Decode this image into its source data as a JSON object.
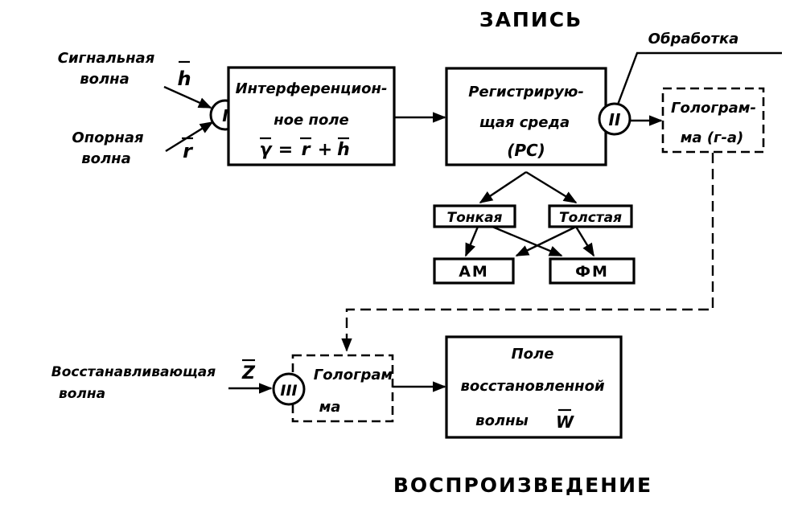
{
  "headings": {
    "record": "ЗАПИСЬ",
    "playback": "ВОСПРОИЗВЕДЕНИЕ"
  },
  "inputs": {
    "signal_wave": [
      "Сигнальная",
      "волна"
    ],
    "signal_symbol": "h",
    "reference_wave": [
      "Опорная",
      "волна"
    ],
    "reference_symbol": "r",
    "restoring_wave": [
      "Восстанавливающая",
      "волна"
    ],
    "restoring_symbol": "Z"
  },
  "nodes": {
    "node1": "I",
    "node2": "II",
    "node3": "III"
  },
  "boxes": {
    "interference": [
      "Интерференцион-",
      "ное поле"
    ],
    "interference_formula": [
      "γ",
      "=",
      "r",
      "+",
      "h"
    ],
    "medium": [
      "Регистрирую-",
      "щая среда",
      "(РС)"
    ],
    "processing": "Обработка",
    "hologram_top": [
      "Голограм-",
      "ма (г-а)"
    ],
    "thin": "Тонкая",
    "thick": "Толстая",
    "am": "АМ",
    "fm": "ФМ",
    "hologram_bottom": [
      "Голограм",
      "ма"
    ],
    "restored_field": [
      "Поле",
      "восстановленной",
      "волны"
    ],
    "restored_symbol": "W"
  },
  "colors": {
    "ink": "#000000",
    "paper": "#ffffff"
  }
}
